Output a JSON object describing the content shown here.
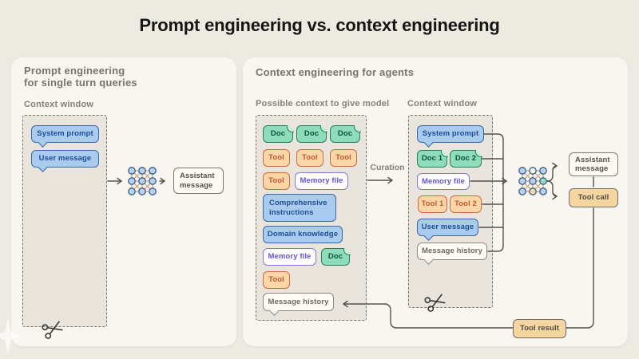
{
  "title": "Prompt engineering vs. context engineering",
  "left_panel": {
    "header_line1": "Prompt engineering",
    "header_line2": "for single turn queries",
    "context_window_label": "Context window",
    "chips": {
      "system_prompt": "System prompt",
      "user_message": "User message"
    },
    "output": {
      "assistant_message": "Assistant message"
    }
  },
  "right_panel": {
    "header": "Context engineering for agents",
    "pool_label": "Possible context to give model",
    "curation_label": "Curation",
    "context_window_label": "Context window",
    "pool_items": [
      {
        "type": "doc",
        "label": "Doc"
      },
      {
        "type": "doc",
        "label": "Doc"
      },
      {
        "type": "doc",
        "label": "Doc"
      },
      {
        "type": "tool",
        "label": "Tool"
      },
      {
        "type": "tool",
        "label": "Tool"
      },
      {
        "type": "tool",
        "label": "Tool"
      },
      {
        "type": "tool",
        "label": "Tool"
      },
      {
        "type": "memory",
        "label": "Memory file"
      },
      {
        "type": "instructions",
        "label": "Comprehensive instructions"
      },
      {
        "type": "knowledge",
        "label": "Domain knowledge"
      },
      {
        "type": "memory",
        "label": "Memory file"
      },
      {
        "type": "doc",
        "label": "Doc"
      },
      {
        "type": "tool",
        "label": "Tool"
      },
      {
        "type": "history",
        "label": "Message history"
      }
    ],
    "context_items": [
      {
        "type": "prompt",
        "label": "System prompt"
      },
      {
        "type": "doc",
        "label": "Doc 1"
      },
      {
        "type": "doc",
        "label": "Doc 2"
      },
      {
        "type": "memory",
        "label": "Memory file"
      },
      {
        "type": "tool",
        "label": "Tool 1"
      },
      {
        "type": "tool",
        "label": "Tool 2"
      },
      {
        "type": "message",
        "label": "User message"
      },
      {
        "type": "history",
        "label": "Message history"
      }
    ],
    "outputs": {
      "assistant_message": "Assistant message",
      "tool_call": "Tool call",
      "tool_result": "Tool result"
    }
  },
  "colors": {
    "page_bg": "#edeae1",
    "card_bg": "#f8f6f0",
    "dashed_box_fill": "#e9e5dd",
    "blue_fill": "#a9cbee",
    "blue_border": "#3a67ab",
    "blue_text": "#1d4d96",
    "green_fill": "#8edcbb",
    "green_border": "#258059",
    "green_text": "#0c5239",
    "orange_fill": "#fbd6a8",
    "orange_border": "#d1693a",
    "orange_text": "#c05a2b",
    "purple_border": "#8478d6",
    "purple_text": "#6557cc",
    "tan_fill": "#f5d6a0",
    "wire": "#55524b",
    "network_node_blue": "#b7d1ee",
    "network_node_green": "#95e0bf",
    "network_node_yellow": "#f4d9a3",
    "network_node_white": "#f4f0e7"
  }
}
